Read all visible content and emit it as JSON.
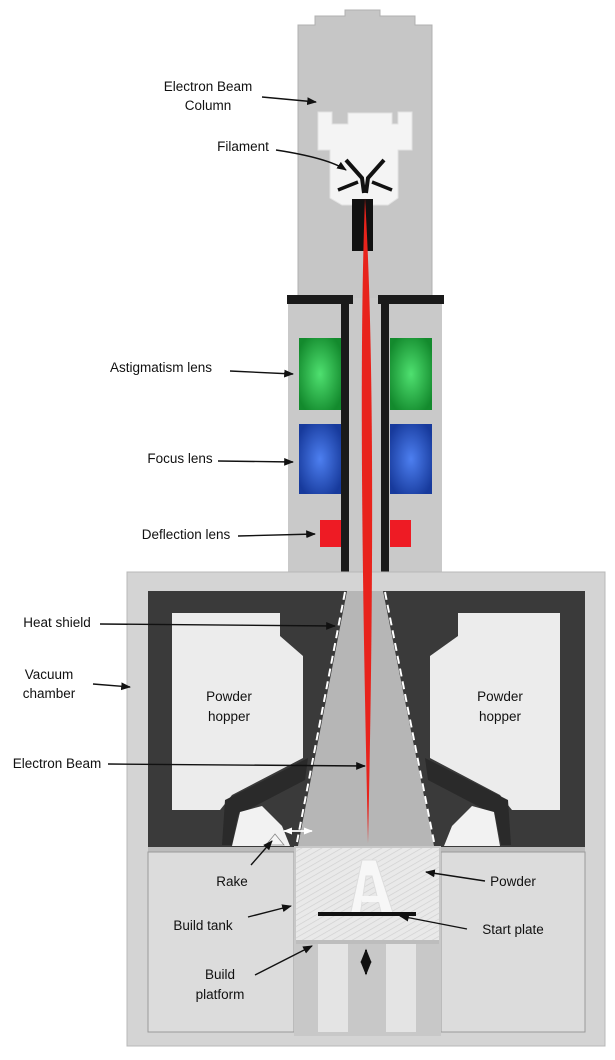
{
  "labels": {
    "electron_beam_column": [
      "Electron Beam",
      "Column"
    ],
    "filament": "Filament",
    "astigmatism_lens": "Astigmatism lens",
    "focus_lens": "Focus lens",
    "deflection_lens": "Deflection lens",
    "heat_shield": "Heat shield",
    "vacuum_chamber": [
      "Vacuum",
      "chamber"
    ],
    "powder_hopper_left": [
      "Powder",
      "hopper"
    ],
    "powder_hopper_right": [
      "Powder",
      "hopper"
    ],
    "electron_beam": "Electron Beam",
    "rake": "Rake",
    "powder": "Powder",
    "build_tank": "Build tank",
    "start_plate": "Start plate",
    "build_platform": [
      "Build",
      "platform"
    ]
  },
  "colors": {
    "beam": "#e8231c",
    "astigmatism_lens": "#1aa63a",
    "focus_lens": "#1f4fc4",
    "deflection_lens": "#ee1b24",
    "column": "#c6c6c6",
    "chamber": "#d4d4d4",
    "chamber_wall": "#3a3a3a",
    "hopper": "#ececec"
  }
}
